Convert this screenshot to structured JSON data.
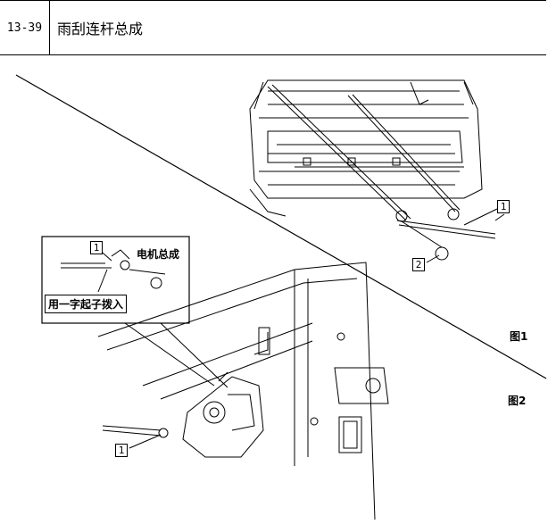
{
  "header": {
    "code": "13-39",
    "title": "雨刮连杆总成"
  },
  "figure": {
    "fig1_label": "图1",
    "fig2_label": "图2",
    "fig1_callouts": [
      "1",
      "2"
    ],
    "fig2_callouts": [
      "1"
    ],
    "inset": {
      "callout": "1",
      "motor_label": "电机总成",
      "note": "用一字起子拨入"
    }
  }
}
